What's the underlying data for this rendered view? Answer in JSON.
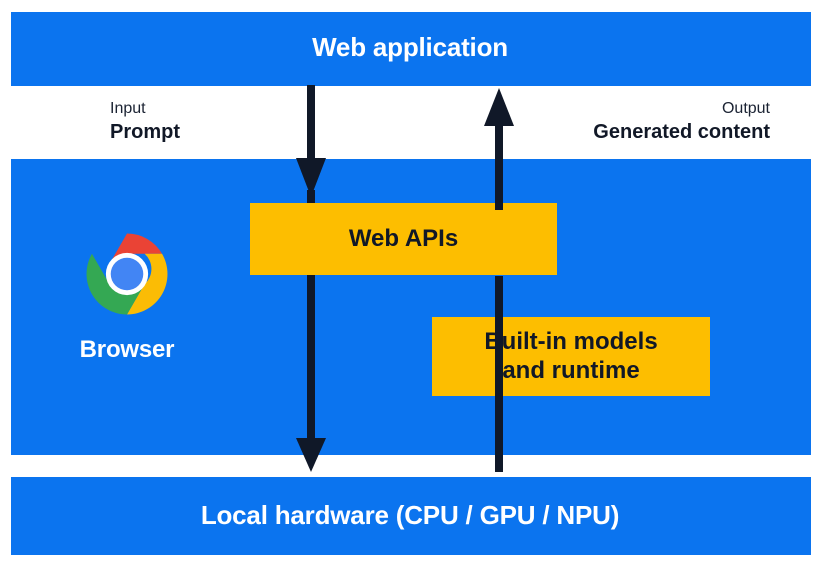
{
  "diagram": {
    "title": "Web application",
    "layers": {
      "top": {
        "label": "Web application"
      },
      "middle": {
        "browser": {
          "label": "Browser",
          "icon": "chrome-logo-icon"
        },
        "cards": [
          {
            "id": "web-apis",
            "label": "Web APIs"
          },
          {
            "id": "built-in-models",
            "label": "Built-in models and runtime",
            "line1": "Built-in models",
            "line2": "and runtime"
          }
        ]
      },
      "bottom": {
        "label": "Local hardware (CPU / GPU / NPU)"
      }
    },
    "flows": [
      {
        "id": "input",
        "kind": "Input",
        "value": "Prompt",
        "direction": "down"
      },
      {
        "id": "output",
        "kind": "Output",
        "value": "Generated content",
        "direction": "up"
      }
    ],
    "colors": {
      "band_blue": "#0b74ef",
      "card_yellow": "#fdbe00",
      "arrow_navy": "#101828",
      "text_light": "#ffffff",
      "text_dark": "#111827",
      "chrome_red": "#ea4335",
      "chrome_yellow": "#fbbc05",
      "chrome_green": "#34a853",
      "chrome_blue": "#4285f4",
      "page_background": "#ffffff"
    }
  }
}
